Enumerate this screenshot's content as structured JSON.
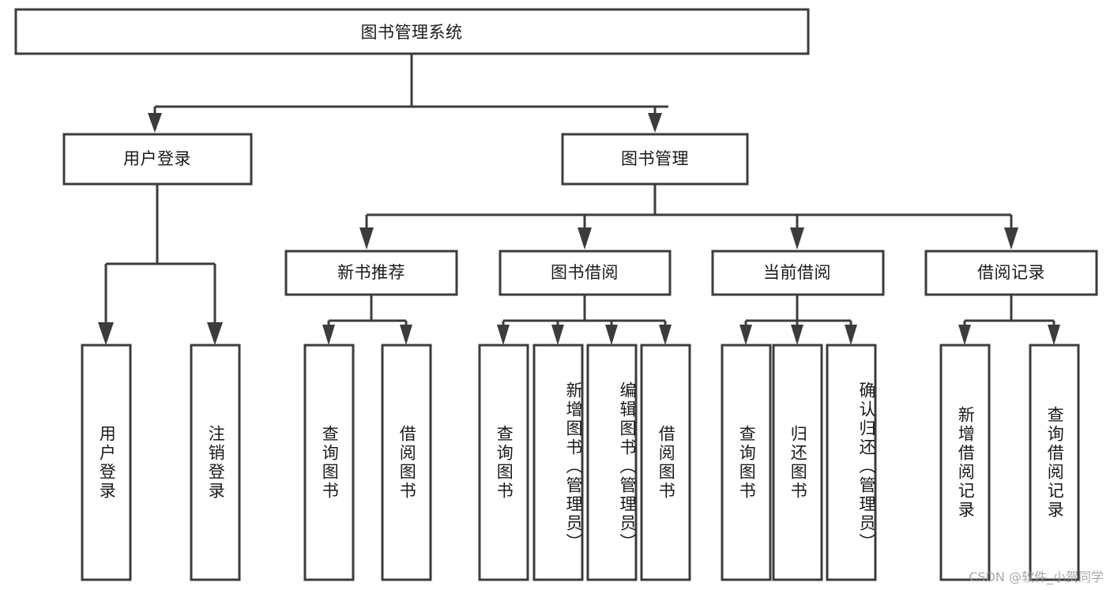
{
  "diagram": {
    "type": "tree-hierarchy-chart",
    "title": "图书管理系统",
    "watermark": "CSDN @软件_小贺同学",
    "colors": {
      "stroke": "#3c3c3c",
      "fill": "#ffffff",
      "text": "#1a1a1a",
      "watermark": "#9a9a9a"
    },
    "root": {
      "label": "图书管理系统"
    },
    "level2": [
      {
        "label": "用户登录"
      },
      {
        "label": "图书管理"
      }
    ],
    "level3": [
      {
        "label": "新书推荐"
      },
      {
        "label": "图书借阅"
      },
      {
        "label": "当前借阅"
      },
      {
        "label": "借阅记录"
      }
    ],
    "leaves": {
      "user_login": [
        {
          "label": "用户登录"
        },
        {
          "label": "注销登录"
        }
      ],
      "new_book_recommend": [
        {
          "label": "查询图书"
        },
        {
          "label": "借阅图书"
        }
      ],
      "book_borrow": [
        {
          "label": "查询图书"
        },
        {
          "label": "新增图书（管理员）"
        },
        {
          "label": "编辑图书（管理员）"
        },
        {
          "label": "借阅图书"
        }
      ],
      "current_borrow": [
        {
          "label": "查询图书"
        },
        {
          "label": "归还图书"
        },
        {
          "label": "确认归还（管理员）"
        }
      ],
      "borrow_record": [
        {
          "label": "新增借阅记录"
        },
        {
          "label": "查询借阅记录"
        }
      ]
    }
  }
}
